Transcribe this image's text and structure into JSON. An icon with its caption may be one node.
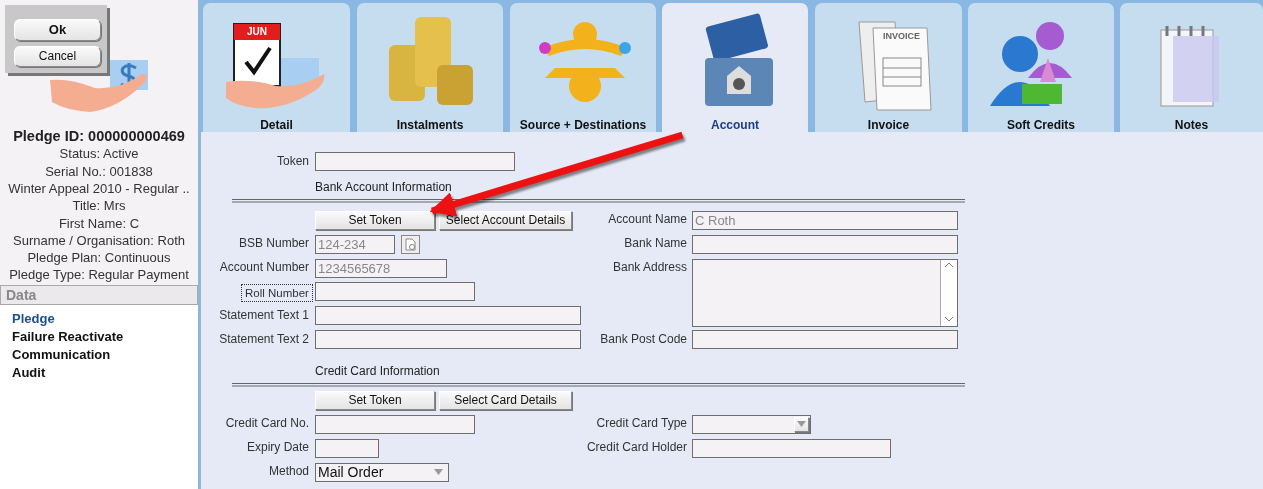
{
  "diagram": {
    "nodes": [
      {
        "text": [
          "Account"
        ]
      },
      {
        "text": [
          "Set Token"
        ]
      },
      {
        "text": [
          "Select Account Details"
        ]
      },
      {
        "text": [
          "Set Token"
        ]
      },
      {
        "text": [
          "Select Card Details"
        ]
      }
    ],
    "edges": [
      {
        "from": 0,
        "to": 1,
        "arrow": "to"
      }
    ],
    "labels": [
      "Ok",
      "Cancel",
      "Pledge ID: 000000000469",
      "Status: Active",
      "Serial No.: 001838",
      "Winter Appeal 2010 - Regular ..",
      "Title: Mrs",
      "First Name: C",
      "Surname / Organisation: Roth",
      "Pledge Plan: Continuous",
      "Pledge Type: Regular Payment",
      "Data",
      "Pledge",
      "Failure Reactivate",
      "Communication",
      "Audit",
      "JUN",
      "Detail",
      "Instalments",
      "Source + Destinations",
      "INVOICE",
      "Invoice",
      "Soft Credits",
      "Notes",
      "Token",
      "Bank Account Information",
      "Account Name",
      "C Roth",
      "BSB Number",
      "124-234",
      "Bank Name",
      "Account Number",
      "1234565678",
      "Bank Address",
      "Roll Number",
      "Statement Text 1",
      "Statement Text 2",
      "Bank Post Code",
      "Credit Card Information",
      "Credit Card No.",
      "Credit Card Type",
      "Expiry Date",
      "Credit Card Holder",
      "Method",
      "Mail Order"
    ]
  }
}
